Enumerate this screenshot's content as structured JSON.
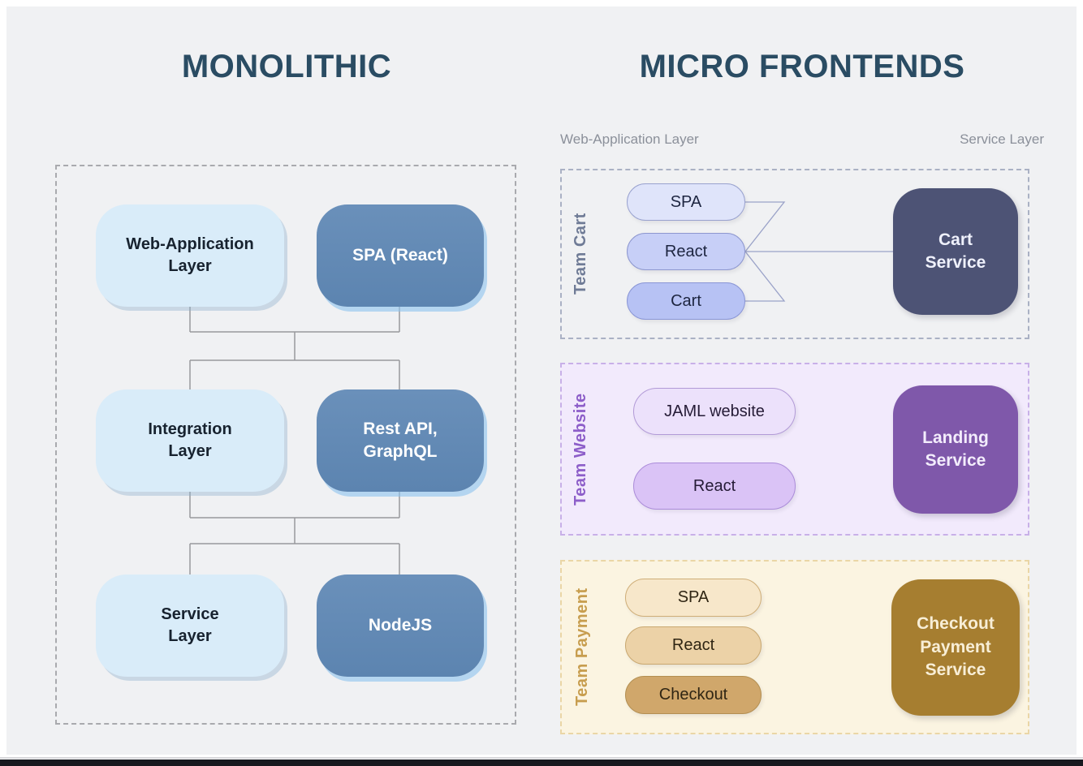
{
  "titles": {
    "left": "MONOLITHIC",
    "right": "MICRO FRONTENDS"
  },
  "column_labels": {
    "web": "Web-Application Layer",
    "service": "Service Layer"
  },
  "monolith": {
    "rows": [
      {
        "layer": "Web-Application\nLayer",
        "tech": "SPA (React)"
      },
      {
        "layer": "Integration\nLayer",
        "tech": "Rest API,\nGraphQL"
      },
      {
        "layer": "Service\nLayer",
        "tech": "NodeJS"
      }
    ]
  },
  "teams": [
    {
      "name": "Team Cart",
      "pills": [
        "SPA",
        "React",
        "Cart"
      ],
      "service": "Cart\nService"
    },
    {
      "name": "Team Website",
      "pills": [
        "JAML website",
        "React"
      ],
      "service": "Landing\nService"
    },
    {
      "name": "Team Payment",
      "pills": [
        "SPA",
        "React",
        "Checkout"
      ],
      "service": "Checkout\nPayment\nService"
    }
  ],
  "colors": {
    "title": "#2a4c63",
    "panel_background": "#f0f1f3",
    "mono_light_box": "#d9ecf9",
    "mono_dark_box": "#6089b4",
    "cart_service_box": "#4d5375",
    "landing_service_box": "#7f58aa",
    "checkout_service_box": "#a67e30",
    "team_cart_label": "#6f7b96",
    "team_website_label": "#8d5ec9",
    "team_payment_label": "#c79d4e",
    "website_section_bg": "#f2eafc",
    "payment_section_bg": "#fbf4e1",
    "bottom_bar": "#17191f"
  }
}
